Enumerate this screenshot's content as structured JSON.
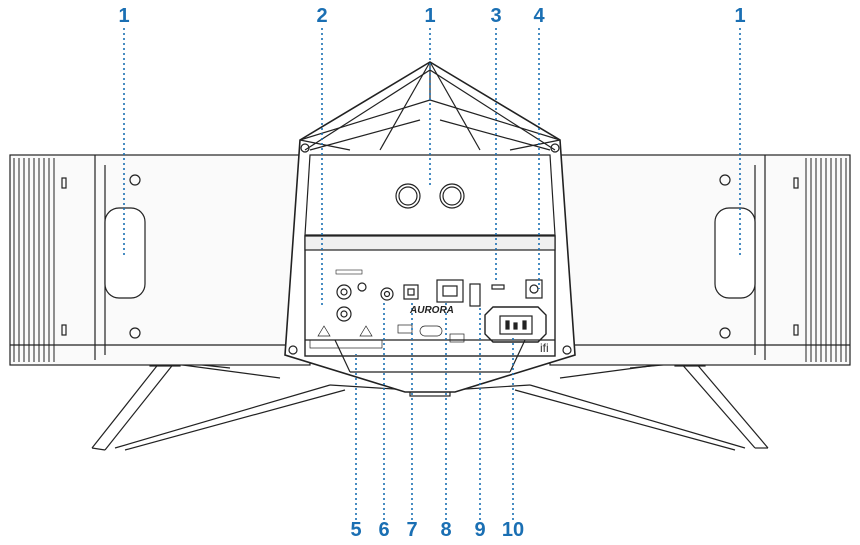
{
  "brand_mark": "AURORA",
  "maker_mark": "ifi",
  "accent_color": "#1a6fb3",
  "callouts": {
    "c1_left": "1",
    "c1_center": "1",
    "c1_right": "1",
    "c2": "2",
    "c3": "3",
    "c4": "4",
    "c5": "5",
    "c6": "6",
    "c7": "7",
    "c8": "8",
    "c9": "9",
    "c10": "10"
  }
}
